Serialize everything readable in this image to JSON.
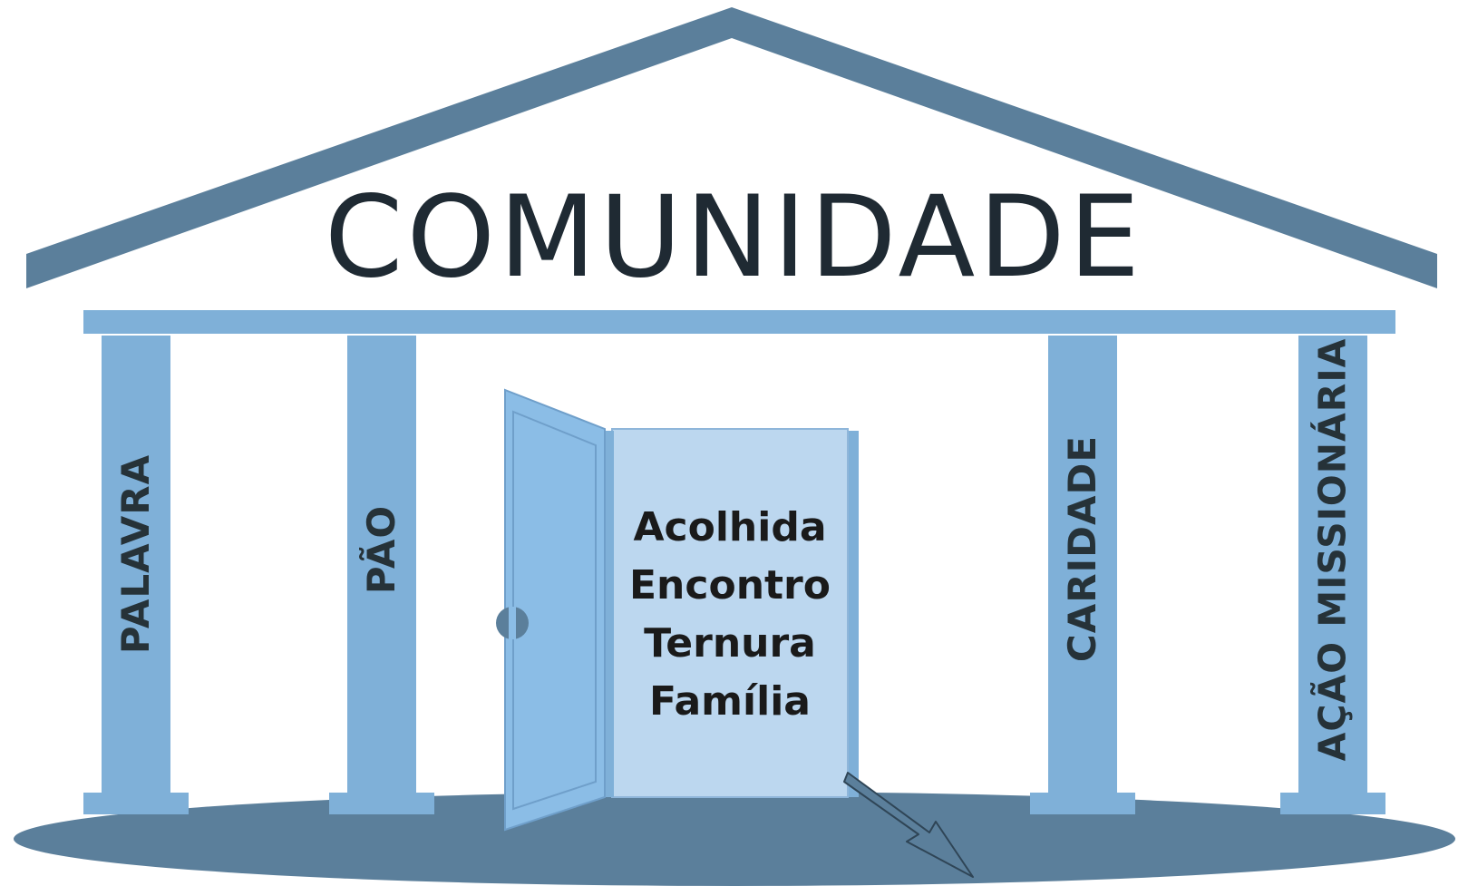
{
  "title": "COMUNIDADE",
  "pillars": [
    {
      "label": "PALAVRA"
    },
    {
      "label": "PÃO"
    },
    {
      "label": "CARIDADE"
    },
    {
      "label": "AÇÃO MISSIONÁRIA"
    }
  ],
  "door_words": [
    "Acolhida",
    "Encontro",
    "Ternura",
    "Família"
  ],
  "colors": {
    "roof": "#5b7f9b",
    "pillar": "#7fb0d8",
    "door": "#8bbde6",
    "door_panel": "#bcd7ef",
    "ground": "#5b7f9b",
    "text": "#1f2a33"
  }
}
